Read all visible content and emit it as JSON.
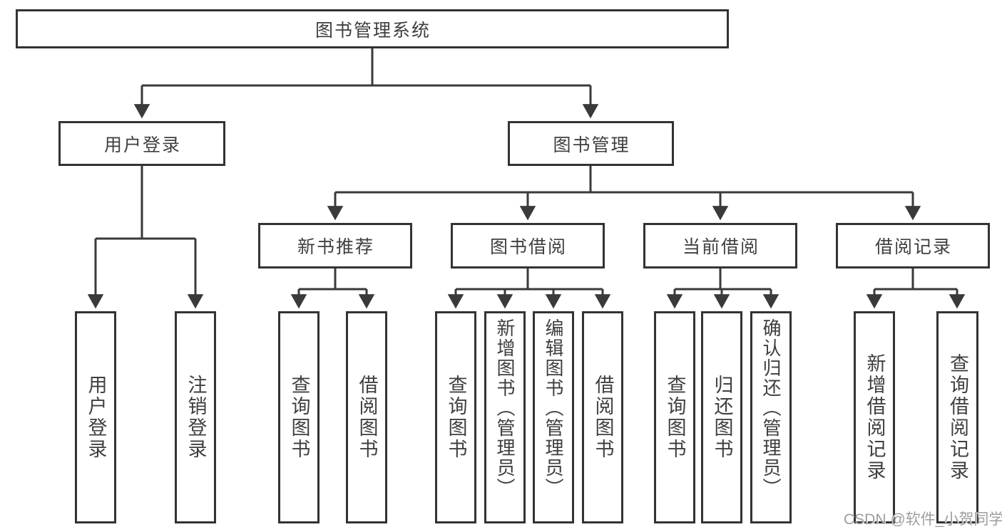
{
  "diagram_type": "hierarchy",
  "tree": {
    "root": {
      "label": "图书管理系统",
      "children": [
        {
          "label": "用户登录",
          "children": [
            {
              "label": "用户登录"
            },
            {
              "label": "注销登录"
            }
          ]
        },
        {
          "label": "图书管理",
          "children": [
            {
              "label": "新书推荐",
              "children": [
                {
                  "label": "查询图书"
                },
                {
                  "label": "借阅图书"
                }
              ]
            },
            {
              "label": "图书借阅",
              "children": [
                {
                  "label": "查询图书"
                },
                {
                  "label": "新增图书（管理员）"
                },
                {
                  "label": "编辑图书（管理员）"
                },
                {
                  "label": "借阅图书"
                }
              ]
            },
            {
              "label": "当前借阅",
              "children": [
                {
                  "label": "查询图书"
                },
                {
                  "label": "归还图书"
                },
                {
                  "label": "确认归还（管理员）"
                }
              ]
            },
            {
              "label": "借阅记录",
              "children": [
                {
                  "label": "新增借阅记录"
                },
                {
                  "label": "查询借阅记录"
                }
              ]
            }
          ]
        }
      ]
    }
  },
  "watermark": {
    "label": "CSDN @软件_小贺同学"
  },
  "colors": {
    "background": "#ffffff",
    "line": "#3a3a3a",
    "box_border": "#333333",
    "text": "#3f3f3f",
    "watermark": "#9e9e9e"
  }
}
